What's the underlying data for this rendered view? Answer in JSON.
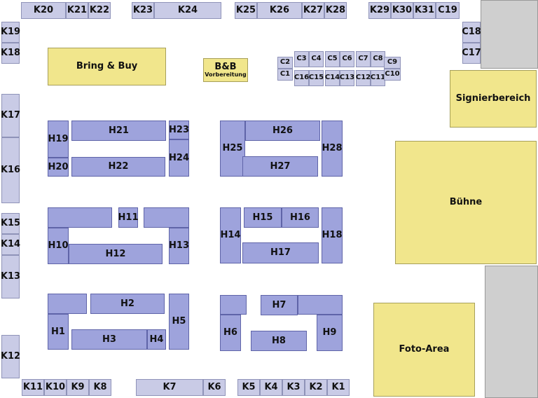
{
  "areas": {
    "bring_buy": "Bring & Buy",
    "bb_title": "B&B",
    "bb_sub": "Vorbereitung",
    "signier": "Signierbereich",
    "buehne": "Bühne",
    "foto": "Foto-Area"
  },
  "booths": {
    "k1": "K1",
    "k2": "K2",
    "k3": "K3",
    "k4": "K4",
    "k5": "K5",
    "k6": "K6",
    "k7": "K7",
    "k8": "K8",
    "k9": "K9",
    "k10": "K10",
    "k11": "K11",
    "k12": "K12",
    "k13": "K13",
    "k14": "K14",
    "k15": "K15",
    "k16": "K16",
    "k17": "K17",
    "k18": "K18",
    "k19": "K19",
    "k20": "K20",
    "k21": "K21",
    "k22": "K22",
    "k23": "K23",
    "k24": "K24",
    "k25": "K25",
    "k26": "K26",
    "k27": "K27",
    "k28": "K28",
    "k29": "K29",
    "k30": "K30",
    "k31": "K31",
    "c1": "C1",
    "c2": "C2",
    "c3": "C3",
    "c4": "C4",
    "c5": "C5",
    "c6": "C6",
    "c7": "C7",
    "c8": "C8",
    "c9": "C9",
    "c10": "C10",
    "c11": "C11",
    "c12": "C12",
    "c13": "C13",
    "c14": "C14",
    "c15": "C15",
    "c16": "C16",
    "c17": "C17",
    "c18": "C18",
    "c19": "C19",
    "h1": "H1",
    "h2": "H2",
    "h3": "H3",
    "h4": "H4",
    "h5": "H5",
    "h6": "H6",
    "h7": "H7",
    "h8": "H8",
    "h9": "H9",
    "h10": "H10",
    "h11": "H11",
    "h12": "H12",
    "h13": "H13",
    "h14": "H14",
    "h15": "H15",
    "h16": "H16",
    "h17": "H17",
    "h18": "H18",
    "h19": "H19",
    "h20": "H20",
    "h21": "H21",
    "h22": "H22",
    "h23": "H23",
    "h24": "H24",
    "h25": "H25",
    "h26": "H26",
    "h27": "H27",
    "h28": "H28"
  },
  "colors": {
    "k_booth": "#c9cbe6",
    "h_booth": "#9ea3dc",
    "area": "#f1e68c",
    "blocked": "#cfcfcf"
  }
}
